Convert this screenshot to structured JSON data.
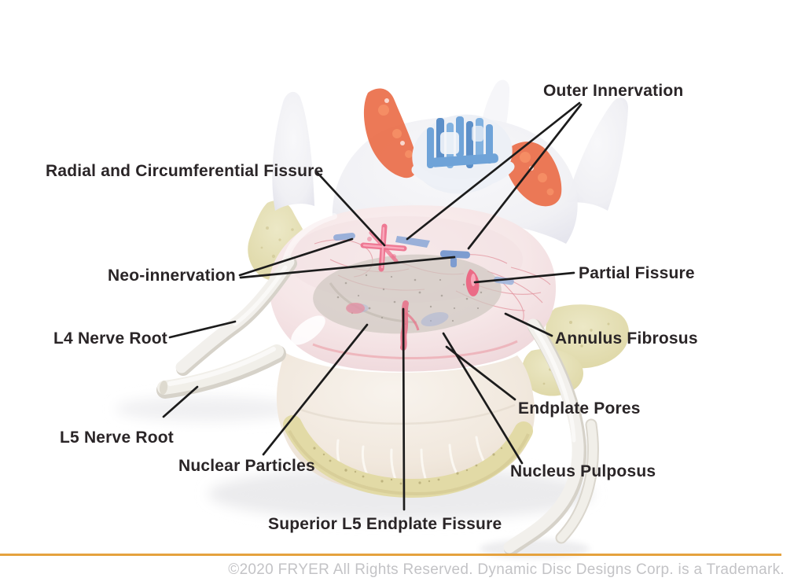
{
  "figure": {
    "labels": {
      "outer_innervation": "Outer Innervation",
      "radial_circumferential_fissure": "Radial and Circumferential Fissure",
      "neo_innervation": "Neo-innervation",
      "partial_fissure": "Partial Fissure",
      "l4_nerve_root": "L4 Nerve Root",
      "annulus_fibrosus": "Annulus Fibrosus",
      "l5_nerve_root": "L5 Nerve Root",
      "endplate_pores": "Endplate Pores",
      "nuclear_particles": "Nuclear Particles",
      "nucleus_pulposus": "Nucleus Pulposus",
      "superior_l5_endplate_fissure": "Superior L5 Endplate Fissure"
    }
  },
  "footer": {
    "copyright": "©2020 FRYER All Rights Reserved. Dynamic Disc Designs Corp. is a Trademark."
  },
  "colors": {
    "accent-orange": "#E5A23E",
    "label-text": "#2A2527",
    "footer-text": "#C3C3C6",
    "leader-line": "#1C1C1C",
    "innervation-red": "#EA6A45",
    "fissure-red": "#EC5F7E",
    "nerve-blue": "#6FA3D8",
    "bone-yellow": "#E2DAA6",
    "disc-pink": "#F6E8E9",
    "tube-white": "#F2F0EC"
  }
}
